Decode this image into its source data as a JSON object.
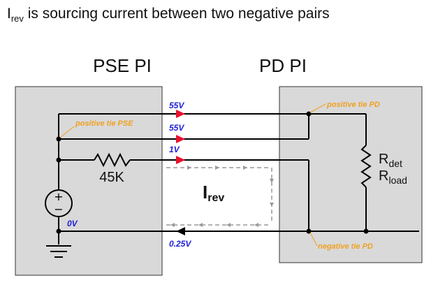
{
  "title": {
    "main": "I",
    "sub": "rev",
    "rest": " is sourcing current between two negative pairs"
  },
  "labels": {
    "pse_pi": "PSE PI",
    "pd_pi": "PD PI",
    "v_top": "55V",
    "v_second": "55V",
    "v_third": "1V",
    "v_zero": "0V",
    "v_bottom": "0.25V",
    "tie_pse": "positive tie PSE",
    "tie_pd": "positive tie PD",
    "tie_neg_pd": "negative tie PD",
    "resistor": "45K",
    "irev_main": "I",
    "irev_sub": "rev",
    "rdet_main": "R",
    "rdet_sub": "det",
    "rload_main": "R",
    "rload_sub": "load",
    "plus": "+",
    "minus": "−"
  },
  "colors": {
    "box_fill": "#d9d9d9",
    "wire": "#000000",
    "arrow_red": "#e8112d",
    "voltage_blue": "#1f1fd6",
    "tie_orange": "#f0a020",
    "dashed_gray": "#999999"
  }
}
